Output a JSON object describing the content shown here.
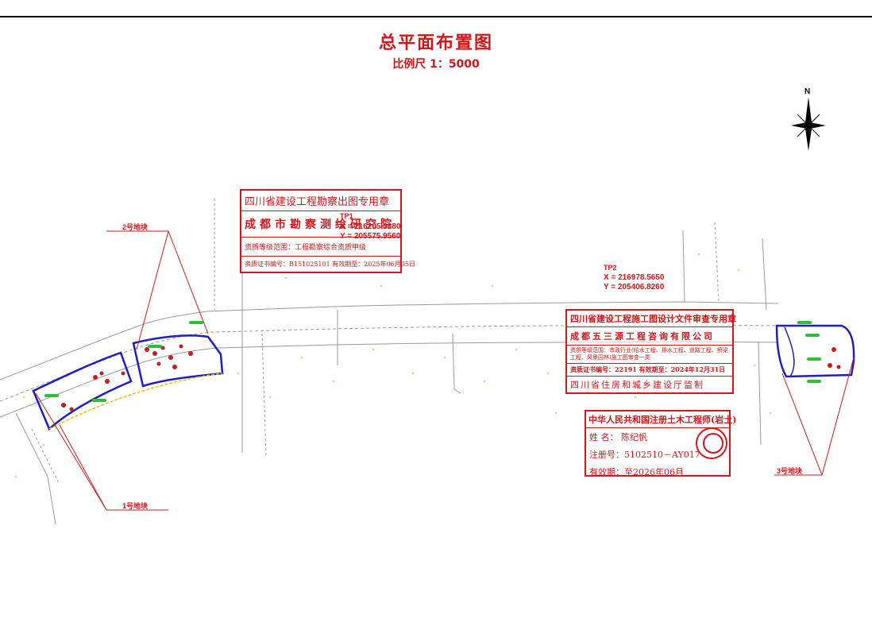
{
  "title": "总平面布置图",
  "scale": "比例尺   1：5000",
  "north_label": "N",
  "colors": {
    "accent": "#d4161b",
    "boundary": "#1f1fbf",
    "road": "#9a9a9a",
    "label_bg": "#2dbe3a"
  },
  "plots": {
    "plot1": "1号地块",
    "plot2": "2号地块",
    "plot3": "3号地块"
  },
  "points": {
    "tp1": {
      "name": "TP1",
      "x": "X = 216205.3380",
      "y": "Y = 205575.9560"
    },
    "tp2": {
      "name": "TP2",
      "x": "X = 216978.5650",
      "y": "Y = 205406.8260"
    }
  },
  "stamps": {
    "survey": {
      "line1": "四川省建设工程勘察出图专用章",
      "line2": "成都市勘察测绘研究院",
      "line3": "资质等级范围：工程勘察综合资质甲级",
      "line4": "资质证书编号：B151025101  有效期至：2025年06月05日"
    },
    "review": {
      "line1": "四川省建设工程施工图设计文件审查专用章",
      "line2": "成都五三源工程咨询有限公司",
      "line3": "资质等级范围：市政行业(给水工程、排水工程、道路工程、桥梁工程、风景园林)施工图审查一类",
      "line4": "资质证书编号：22191   有效期至：2024年12月31日",
      "line5": "四川省住房和城乡建设厅监制"
    },
    "engineer": {
      "line1": "中华人民共和国注册土木工程师(岩土)",
      "name_line": "姓  名：  陈纪帆",
      "reg_line": "注册号：5102510－AY017",
      "valid_line": "有效期：至2026年06月"
    }
  }
}
